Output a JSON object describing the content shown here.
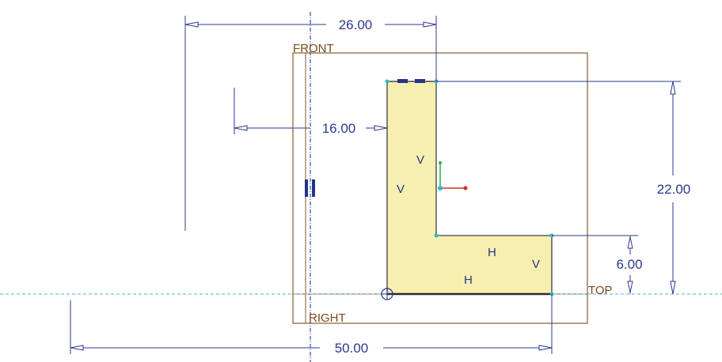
{
  "colors": {
    "background": "#ffffff",
    "dimension": "#2b3a8f",
    "plane": "#7a4a1d",
    "profile_fill": "#f6efb0",
    "profile_stroke": "#3f3f3f",
    "constraint": "#24348c",
    "axis_dash": "#4fb6c7",
    "csys_green": "#2fa84f",
    "csys_red": "#d32b2b",
    "vertex": "#2fb7c7"
  },
  "planes": {
    "front_label": "FRONT",
    "top_label": "TOP",
    "right_label": "RIGHT"
  },
  "dimensions": {
    "d1": "26.00",
    "d2": "16.00",
    "d3": "22.00",
    "d4": "6.00",
    "d5": "50.00"
  },
  "constraints": {
    "v1": "V",
    "v2": "V",
    "v3": "V",
    "h1": "H",
    "h2": "H"
  }
}
